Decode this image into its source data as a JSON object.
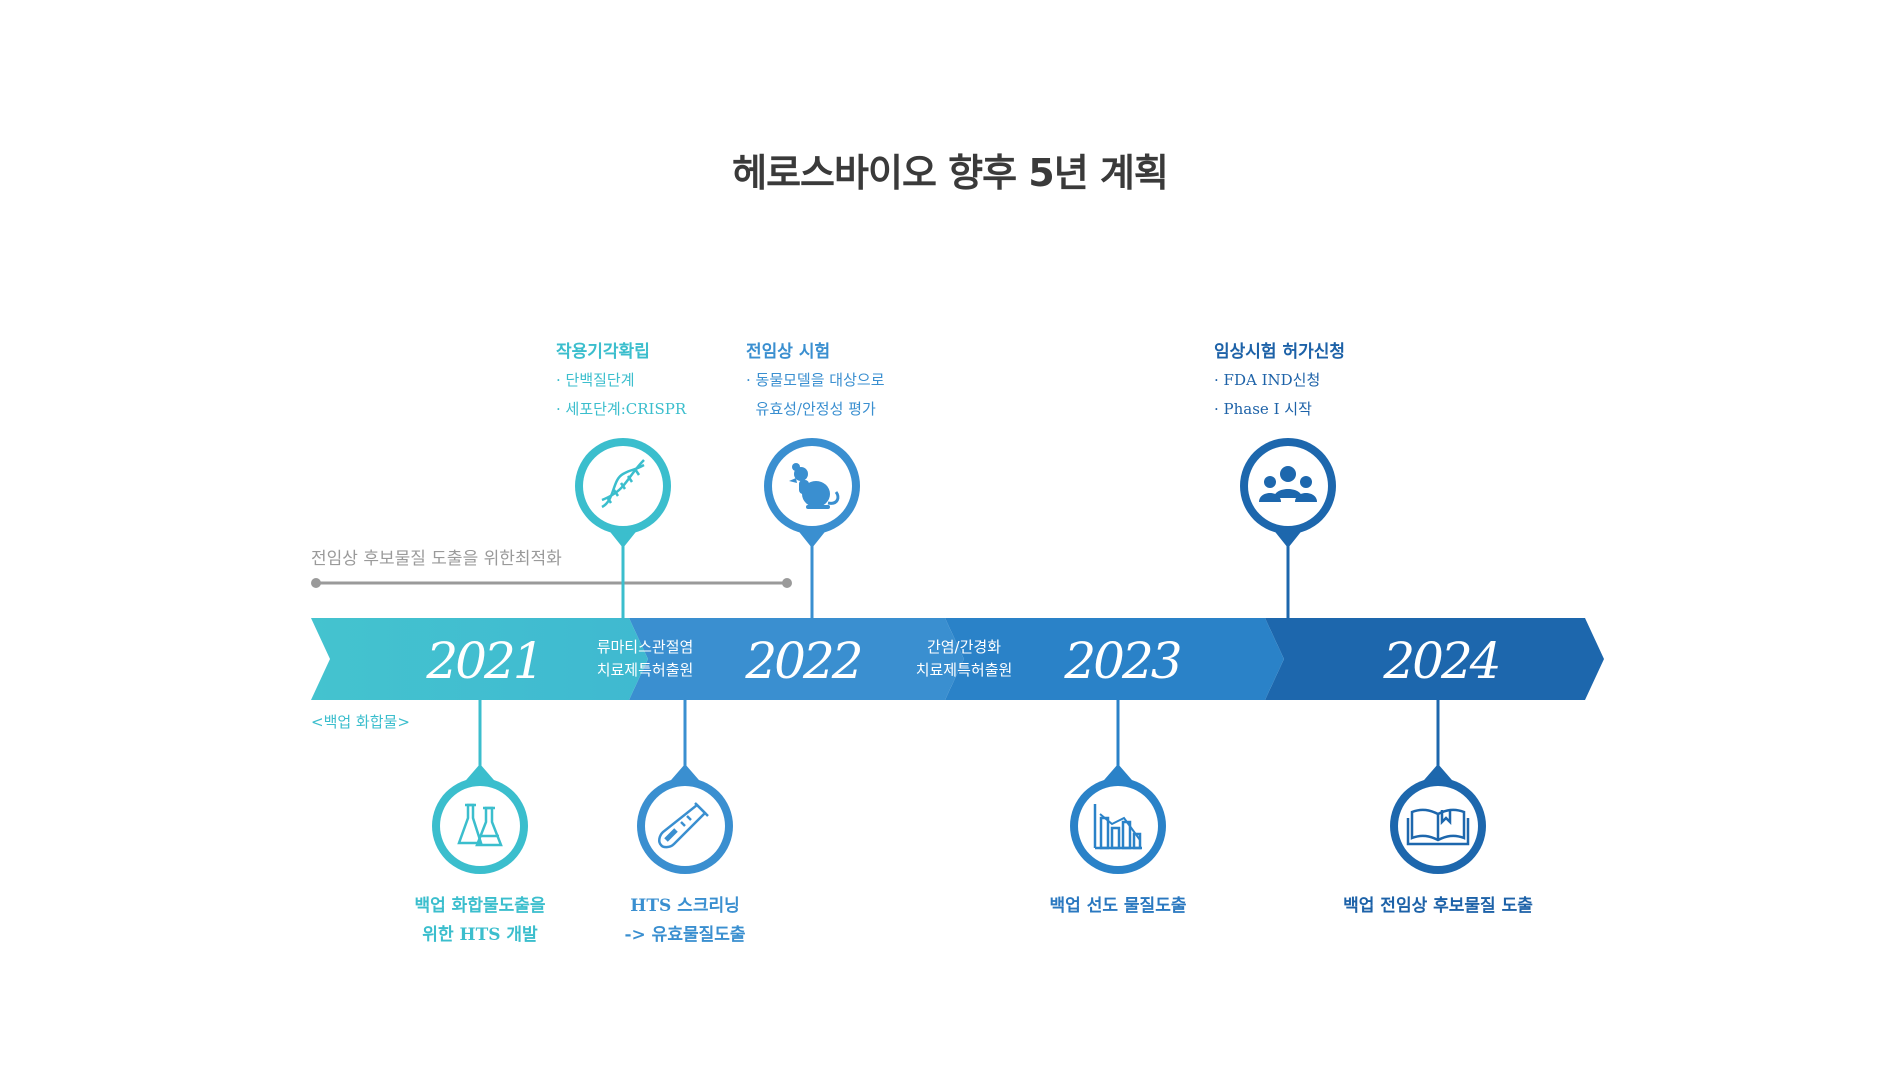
{
  "title": "헤로스바이오 향후 5년 계획",
  "optimization_label": "전임상 후보물질 도출을 위한최적화",
  "compound_tag": "<백업 화합물>",
  "years": [
    "2021",
    "2022",
    "2023",
    "2024"
  ],
  "patents": [
    {
      "line1": "류마티스관절염",
      "line2": "치료제특허출원"
    },
    {
      "line1": "간염/간경화",
      "line2": "치료제특허출원"
    }
  ],
  "top_events": [
    {
      "title": "작용기각확립",
      "details": [
        "· 단백질단계",
        "· 세포단계:CRISPR"
      ],
      "icon": "dna-icon"
    },
    {
      "title": "전임상 시험",
      "details": [
        "· 동물모델을 대상으로",
        "  유효성/안정성 평가"
      ],
      "icon": "mouse-icon"
    },
    {
      "title": "임상시험 허가신청",
      "details": [
        "· FDA IND신청",
        "· Phase I 시작"
      ],
      "icon": "people-icon"
    }
  ],
  "bottom_events": [
    {
      "lines": [
        "백업 화합물도출을",
        "위한 HTS 개발"
      ],
      "icon": "flasks-icon"
    },
    {
      "lines": [
        "HTS 스크리닝",
        "-> 유효물질도출"
      ],
      "icon": "test-tube-icon"
    },
    {
      "lines": [
        "백업 선도 물질도출"
      ],
      "icon": "bar-chart-icon"
    },
    {
      "lines": [
        "백업 전임상 후보물질 도출"
      ],
      "icon": "book-icon"
    }
  ],
  "colors": {
    "teal": "#3bbecd",
    "blue1": "#3a8fd0",
    "blue2": "#2a82c8",
    "blue3": "#1d67ad",
    "gray": "#9a9a9a"
  }
}
